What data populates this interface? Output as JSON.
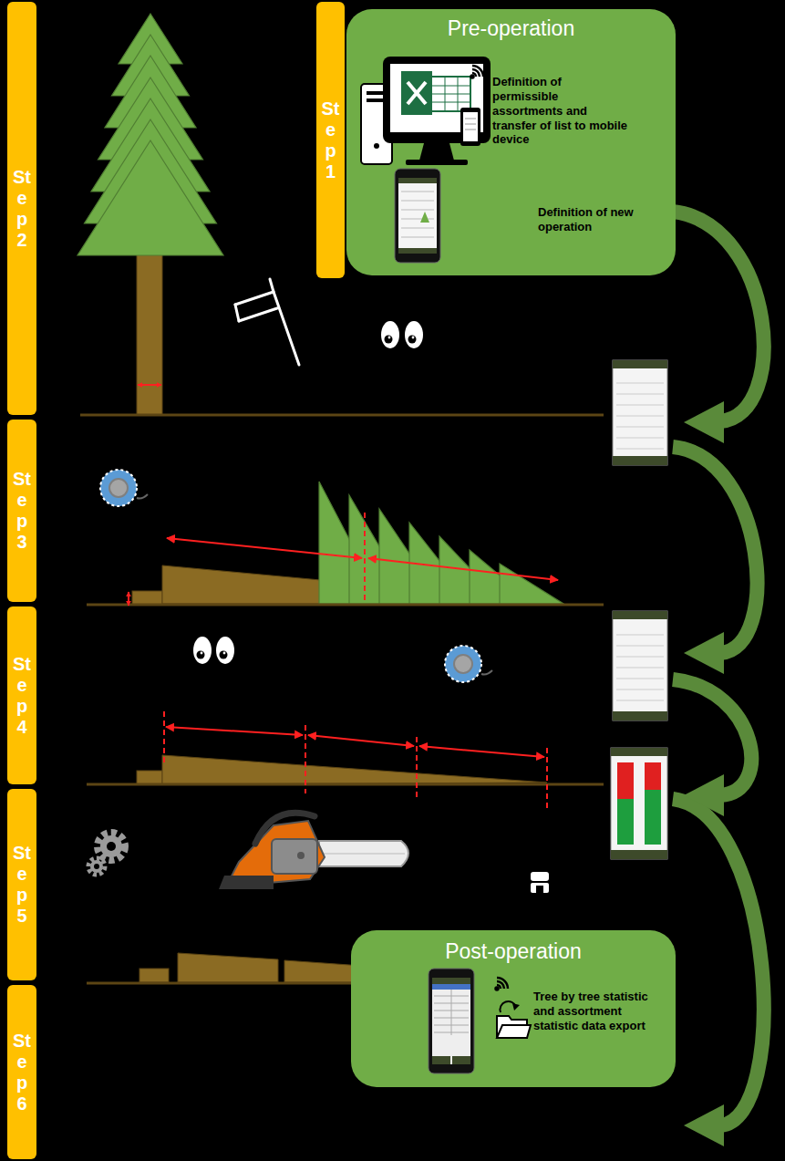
{
  "diagram": {
    "nodes": [
      {
        "text": [
          "Step 1"
        ]
      },
      {
        "text": [
          "Pre-operation",
          "Definition of permissible assortments and transfer of list to mobile device",
          "Definition of new operation"
        ]
      },
      {
        "text": [
          "Step 2"
        ]
      },
      {
        "text": [
          "Step 3"
        ]
      },
      {
        "text": [
          "Step 4"
        ]
      },
      {
        "text": [
          "Step 5"
        ]
      },
      {
        "text": [
          "Step 6"
        ]
      },
      {
        "text": [
          "Post-operation",
          "Tree by tree statistic and assortment statistic data export"
        ]
      }
    ]
  }
}
